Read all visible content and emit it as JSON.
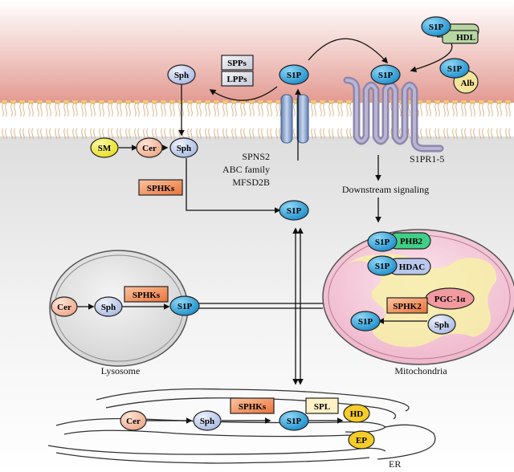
{
  "molecules": {
    "s1p": "S1P",
    "sph": "Sph",
    "cer": "Cer",
    "sm": "SM",
    "hdl": "HDL",
    "alb": "Alb",
    "phb2": "PHB2",
    "hdac": "HDAC",
    "pgc1a": "PGC-1α",
    "hd": "HD",
    "ep": "EP"
  },
  "enzymes": {
    "spps": "SPPs",
    "lpps": "LPPs",
    "sphks": "SPHKs",
    "sphk2": "SPHK2",
    "spl": "SPL"
  },
  "transporters": [
    "SPNS2",
    "ABC family",
    "MFSD2B"
  ],
  "receptor": "S1PR1-5",
  "labels": {
    "downstream": "Downstream signaling",
    "lysosome": "Lysosome",
    "mitochondria": "Mitochondria",
    "er": "ER"
  },
  "colors": {
    "s1p": "#2aa6e0",
    "sph": "#b9c8ec",
    "cer": "#f6c2a6",
    "sm": "#f3ec3a",
    "hdl": "#b7d6a2",
    "alb": "#f3e59a",
    "phb2": "#3fcf86",
    "hdac": "#b9c8ec",
    "pgc1a": "#f19aa0",
    "hd_ep": "#f6cc28",
    "sphks": "#f08a4e",
    "spl": "#fff2c6",
    "extracellular": "#e8a39c",
    "membrane_head": "#f4c87a",
    "mitochondria": "#f3c7d6",
    "lysosome": "#e6e6e6",
    "receptor": "#9b96b7"
  }
}
